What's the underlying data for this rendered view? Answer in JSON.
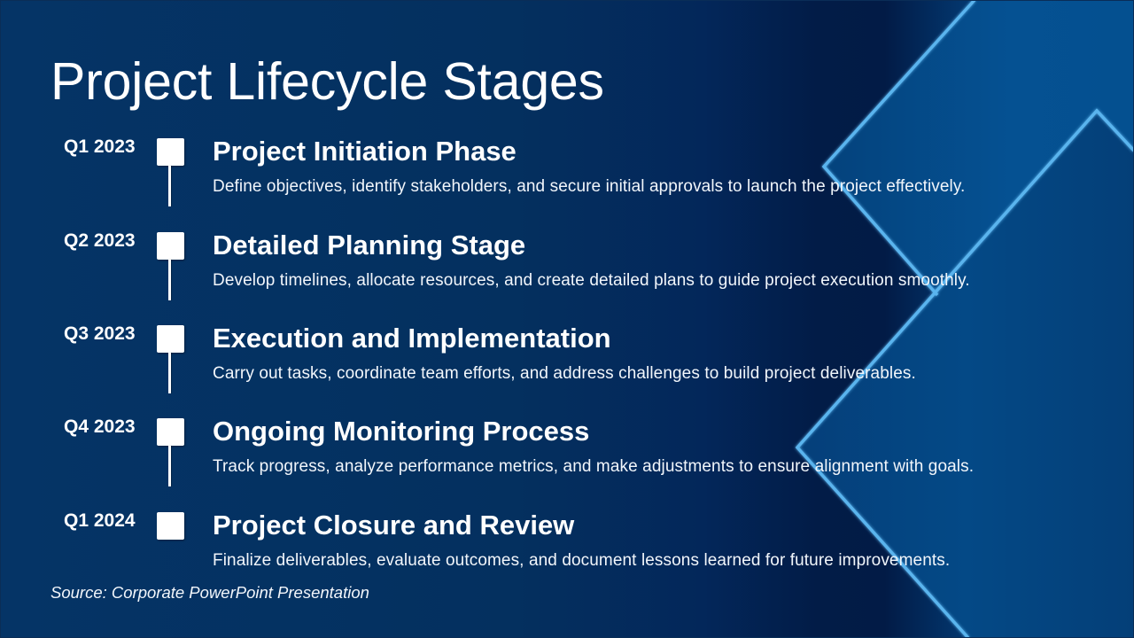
{
  "slide": {
    "title": "Project Lifecycle Stages",
    "source": "Source: Corporate PowerPoint Presentation"
  },
  "stages": [
    {
      "date": "Q1 2023",
      "title": "Project Initiation Phase",
      "description": "Define objectives, identify stakeholders, and secure initial approvals to launch the project effectively."
    },
    {
      "date": "Q2 2023",
      "title": "Detailed Planning Stage",
      "description": "Develop timelines, allocate resources, and create detailed plans to guide project execution smoothly."
    },
    {
      "date": "Q3 2023",
      "title": "Execution and Implementation",
      "description": "Carry out tasks, coordinate team efforts, and address challenges to build project deliverables."
    },
    {
      "date": "Q4 2023",
      "title": "Ongoing Monitoring Process",
      "description": "Track progress, analyze performance metrics, and make adjustments to ensure alignment with goals."
    },
    {
      "date": "Q1 2024",
      "title": "Project Closure and Review",
      "description": "Finalize deliverables, evaluate outcomes, and document lessons learned for future improvements."
    }
  ],
  "theme": {
    "background_left": "#053466",
    "background_mid": "#021c47",
    "background_right": "#054a87",
    "accent_line": "#5ab4ee",
    "text": "#ffffff"
  }
}
